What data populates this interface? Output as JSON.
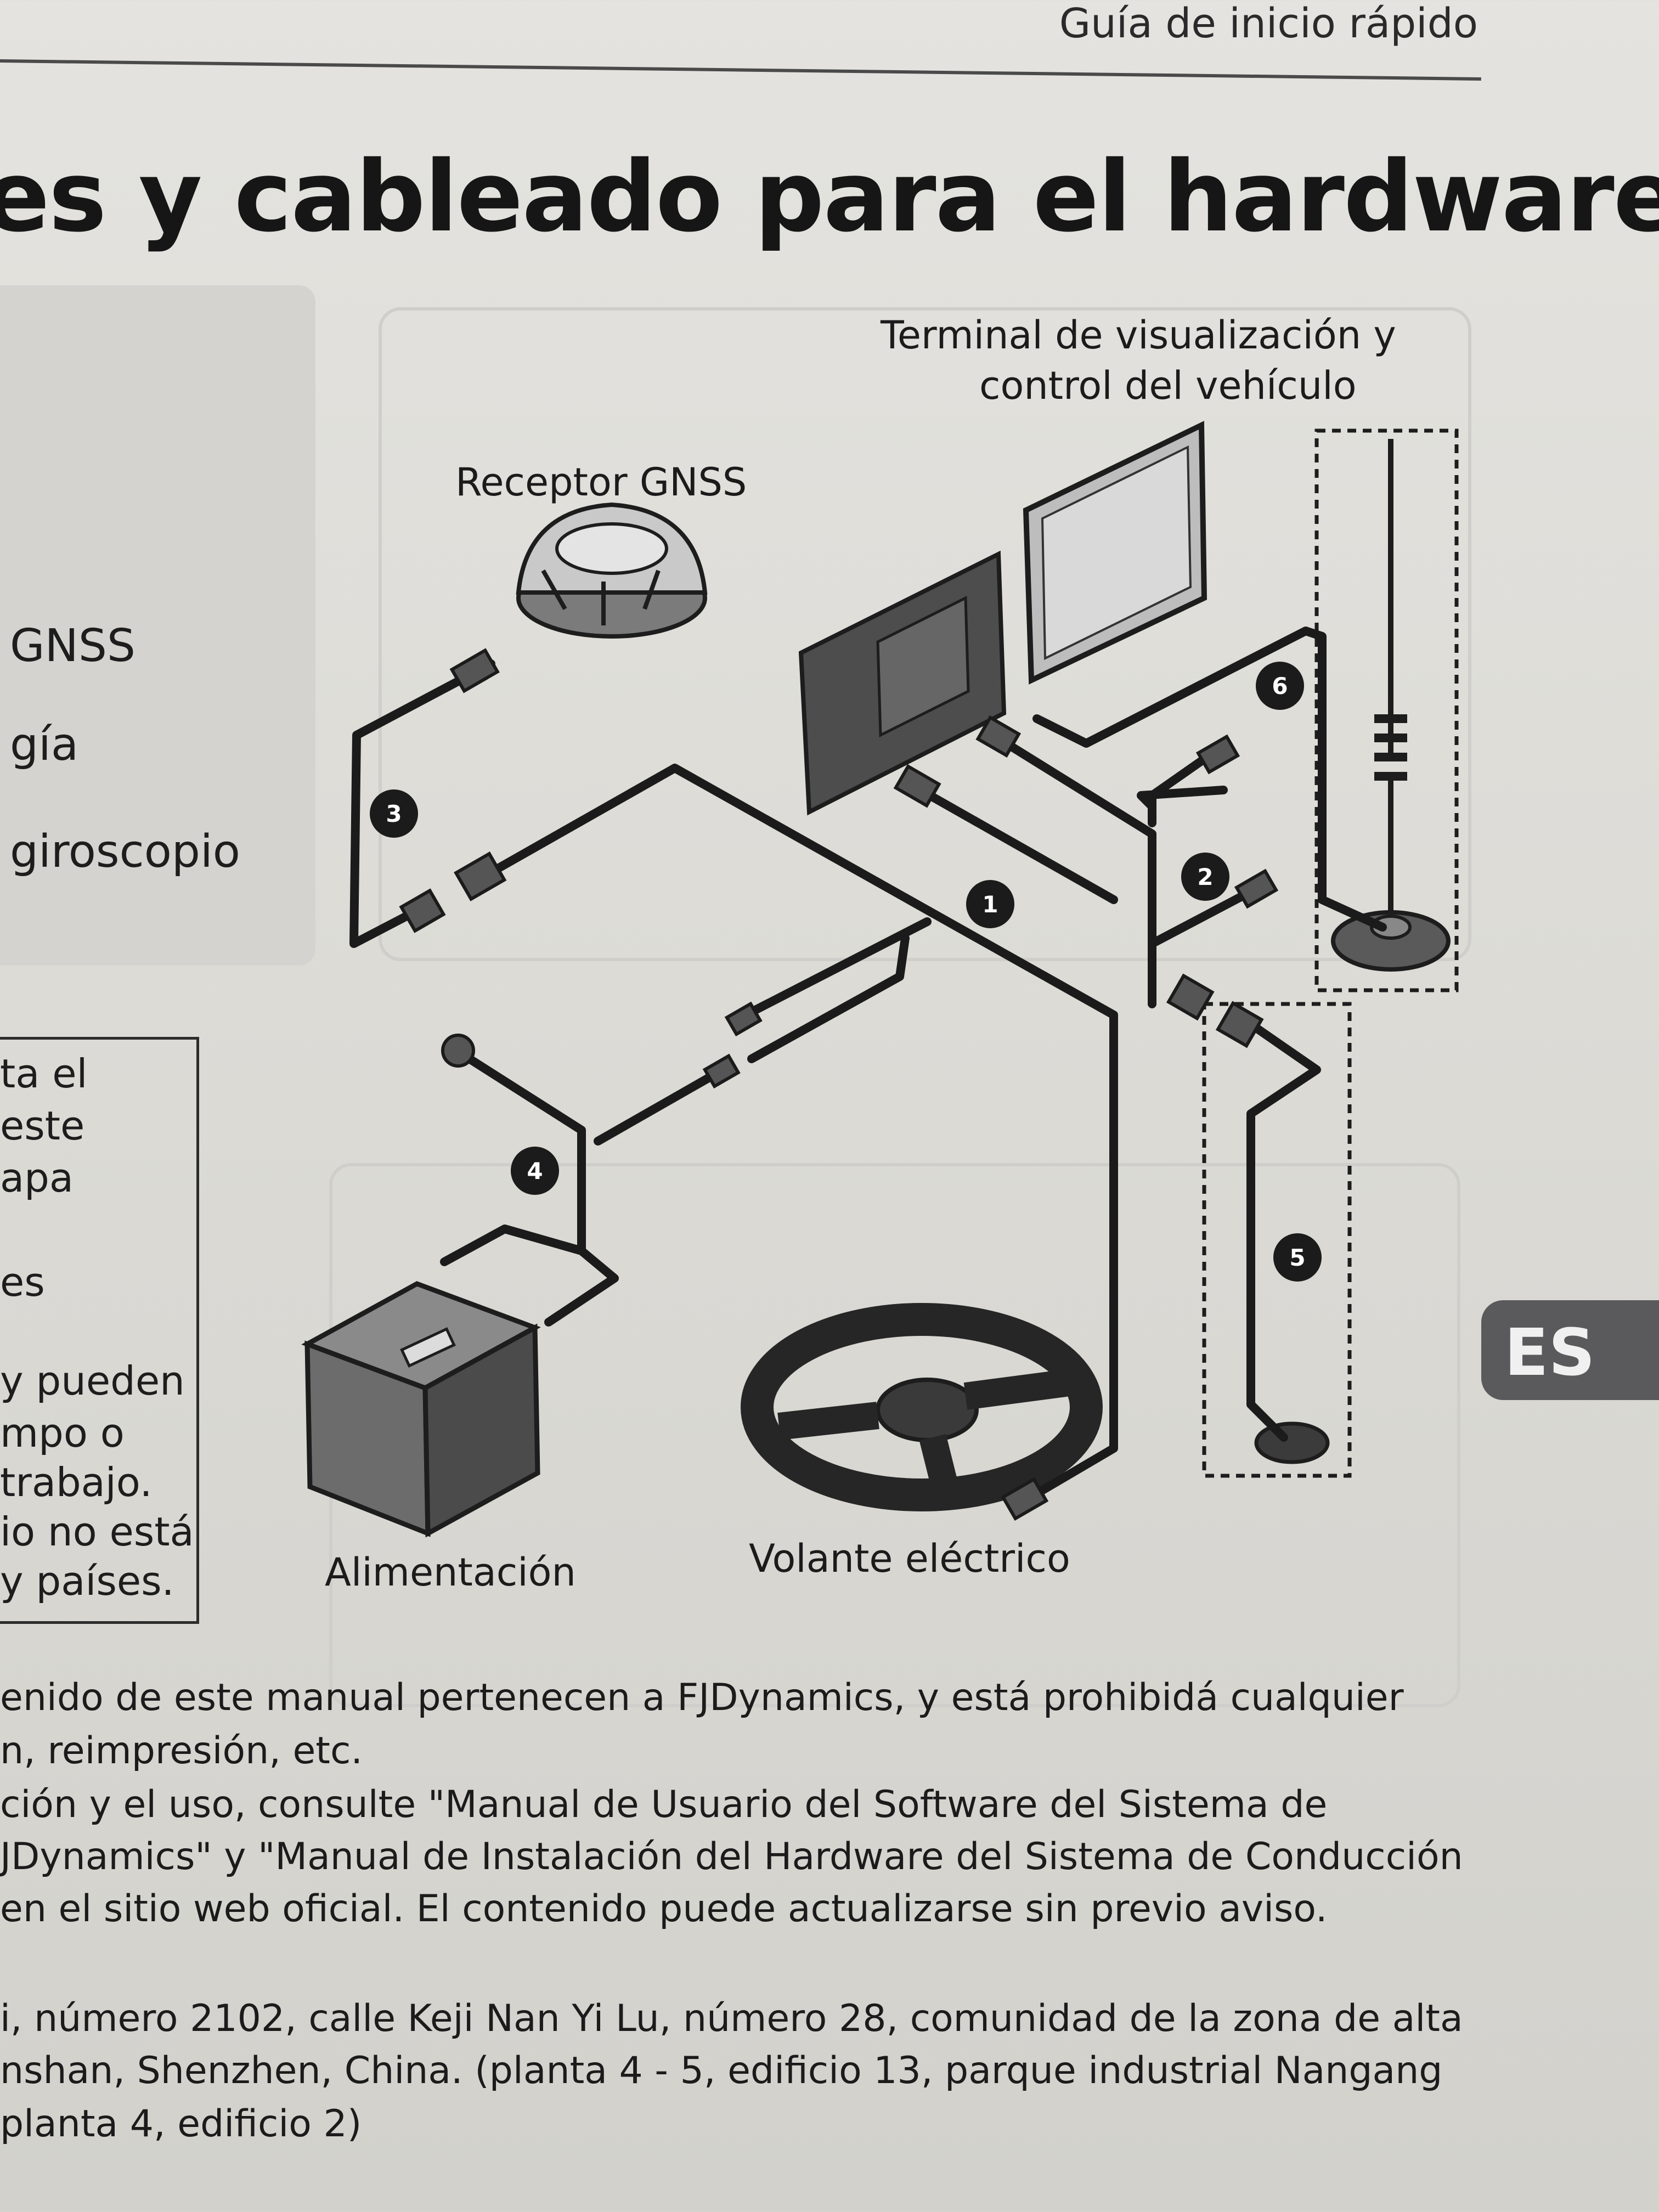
{
  "header": {
    "guide_title": "Guía de inicio rápido"
  },
  "title": "es y cableado para el hardware",
  "left_column": {
    "words": [
      "GNSS",
      "gía",
      "giroscopio"
    ],
    "box_lines": [
      "ta el",
      "este",
      "apa",
      "es",
      "y pueden",
      "mpo o",
      "trabajo.",
      "io no está",
      "y países."
    ]
  },
  "diagram": {
    "labels": {
      "terminal_line1": "Terminal de visualización y",
      "terminal_line2": "control del vehículo",
      "gnss_receiver": "Receptor GNSS",
      "power": "Alimentación",
      "steering_wheel": "Volante eléctrico"
    },
    "badges": [
      "1",
      "2",
      "3",
      "4",
      "5",
      "6"
    ]
  },
  "lang_tab": "ES",
  "footer": {
    "lines": [
      "enido de este manual pertenecen a  FJDynamics, y está prohibidá cualquier",
      "n, reimpresión, etc.",
      "ción y el uso, consulte \"Manual de Usuario del Software del Sistema de",
      "JDynamics\" y \"Manual de Instalación del Hardware del Sistema de Conducción",
      "en el sitio web oficial. El contenido puede actualizarse sin previo aviso."
    ],
    "address_lines": [
      "i, número 2102, calle Keji Nan Yi Lu, número 28, comunidad de la zona de alta",
      "nshan, Shenzhen, China. (planta 4 - 5, edificio 13, parque industrial Nangang",
      "planta 4, edificio 2)"
    ]
  },
  "colors": {
    "ink": "#1c1c1c",
    "paper": "#dcdbd6",
    "tab": "#5a5a5c"
  }
}
